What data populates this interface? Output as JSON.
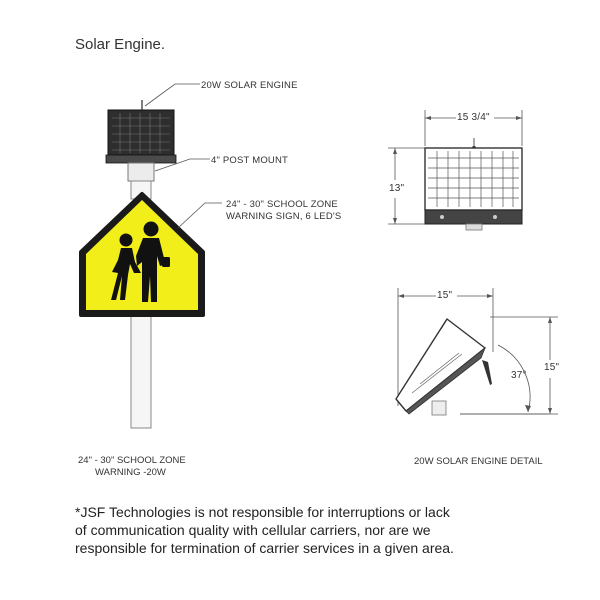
{
  "heading": "Solar Engine.",
  "callouts": {
    "solar_engine": "20W SOLAR ENGINE",
    "post_mount": "4\" POST MOUNT",
    "sign_line1": "24\" - 30\" SCHOOL ZONE",
    "sign_line2": "WARNING SIGN, 6 LED'S"
  },
  "captions": {
    "left_line1": "24\" - 30\" SCHOOL ZONE",
    "left_line2": "WARNING -20W",
    "right": "20W SOLAR ENGINE DETAIL"
  },
  "dimensions": {
    "front_width": "15 3/4\"",
    "front_height": "13\"",
    "side_width": "15\"",
    "side_height": "15\"",
    "tilt_angle": "37°"
  },
  "disclaimer": [
    "*JSF Technologies is not responsible for interruptions or lack",
    "of communication quality with cellular carriers, nor are we",
    "responsible for termination of carrier services in a given area."
  ],
  "colors": {
    "sign_yellow": "#f2ee1a",
    "panel_dark": "#3a3a3a",
    "line": "#555555"
  }
}
